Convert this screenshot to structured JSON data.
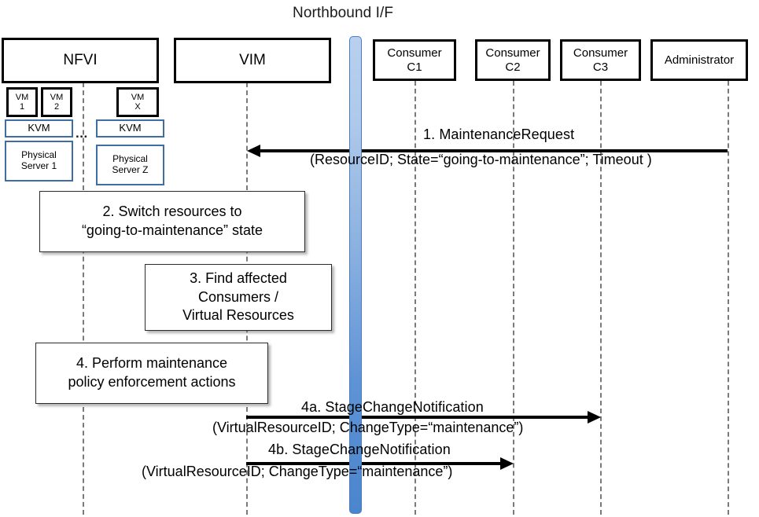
{
  "diagram": {
    "title": "Northbound I/F",
    "type": "sequence-diagram"
  },
  "actors": [
    {
      "id": "nfvi",
      "label": "NFVI"
    },
    {
      "id": "vim",
      "label": "VIM"
    },
    {
      "id": "consumer_c1",
      "line1": "Consumer",
      "line2": "C1"
    },
    {
      "id": "consumer_c2",
      "line1": "Consumer",
      "line2": "C2"
    },
    {
      "id": "consumer_c3",
      "line1": "Consumer",
      "line2": "C3"
    },
    {
      "id": "administrator",
      "label": "Administrator"
    }
  ],
  "infrastructure": {
    "vms": [
      {
        "line1": "VM",
        "line2": "1"
      },
      {
        "line1": "VM",
        "line2": "2"
      },
      {
        "line1": "VM",
        "line2": "X"
      }
    ],
    "hypervisors": [
      {
        "label": "KVM"
      },
      {
        "label": "KVM"
      }
    ],
    "servers": [
      {
        "line1": "Physical",
        "line2": "Server 1"
      },
      {
        "line1": "Physical",
        "line2": "Server Z"
      }
    ],
    "ellipsis": "..."
  },
  "notes": [
    {
      "id": "note-2",
      "line1": "2. Switch resources to",
      "line2": "“going-to-maintenance” state"
    },
    {
      "id": "note-3",
      "line1": "3. Find affected",
      "line2": "Consumers /",
      "line3": "Virtual Resources"
    },
    {
      "id": "note-4",
      "line1": "4. Perform maintenance",
      "line2": "policy enforcement actions"
    }
  ],
  "messages": [
    {
      "id": "msg-1",
      "name": "1.    MaintenanceRequest",
      "params": "(ResourceID; State=“going-to-maintenance”; Timeout )",
      "from": "administrator",
      "to": "vim",
      "direction": "left"
    },
    {
      "id": "msg-4a",
      "name": "4a. StageChangeNotification",
      "params": "(VirtualResourceID; ChangeType=“maintenance”)",
      "from": "vim",
      "to": "consumer_c3",
      "direction": "right"
    },
    {
      "id": "msg-4b",
      "name": "4b. StageChangeNotification",
      "params": "(VirtualResourceID; ChangeType=“maintenance”)",
      "from": "vim",
      "to": "consumer_c2",
      "direction": "right"
    }
  ],
  "colors": {
    "northbound_bar_light": "#b9d0ee",
    "northbound_bar_dark": "#4a85cd",
    "infra_border": "#3d6ea5",
    "actor_border": "#000000",
    "lifeline": "#7a7a7a"
  }
}
